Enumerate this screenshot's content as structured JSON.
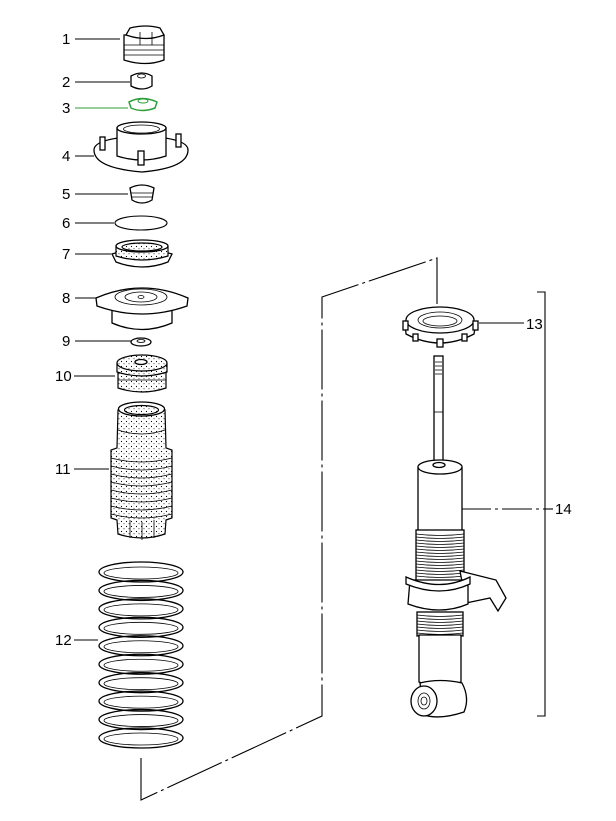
{
  "diagram": {
    "title": "Shock absorber / strut assembly exploded view",
    "highlight_color": "#2e9e3a",
    "line_color": "#000000",
    "background": "#ffffff",
    "callouts": [
      {
        "number": "1",
        "part": "cap"
      },
      {
        "number": "2",
        "part": "nut"
      },
      {
        "number": "3",
        "part": "washer",
        "highlighted": true
      },
      {
        "number": "4",
        "part": "strut mount"
      },
      {
        "number": "5",
        "part": "bushing"
      },
      {
        "number": "6",
        "part": "ring"
      },
      {
        "number": "7",
        "part": "bearing"
      },
      {
        "number": "8",
        "part": "spring plate"
      },
      {
        "number": "9",
        "part": "washer"
      },
      {
        "number": "10",
        "part": "bump stop"
      },
      {
        "number": "11",
        "part": "dust boot"
      },
      {
        "number": "12",
        "part": "coil spring"
      },
      {
        "number": "13",
        "part": "adjusting nut"
      },
      {
        "number": "14",
        "part": "shock absorber"
      }
    ]
  }
}
